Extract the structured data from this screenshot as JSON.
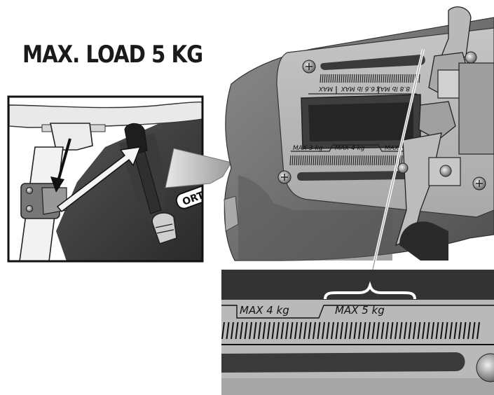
{
  "title": "MAX. LOAD 5 KG",
  "brand": "ORTI",
  "mount_labels": {
    "kg": [
      "MAX 3 kg",
      "MAX 4 kg",
      "MAX"
    ],
    "lb": [
      "6.6 lb MAX",
      "8.8 lb MAX",
      "MAX"
    ]
  },
  "detail_labels": [
    "MAX  4 kg",
    "MAX  5 kg"
  ]
}
